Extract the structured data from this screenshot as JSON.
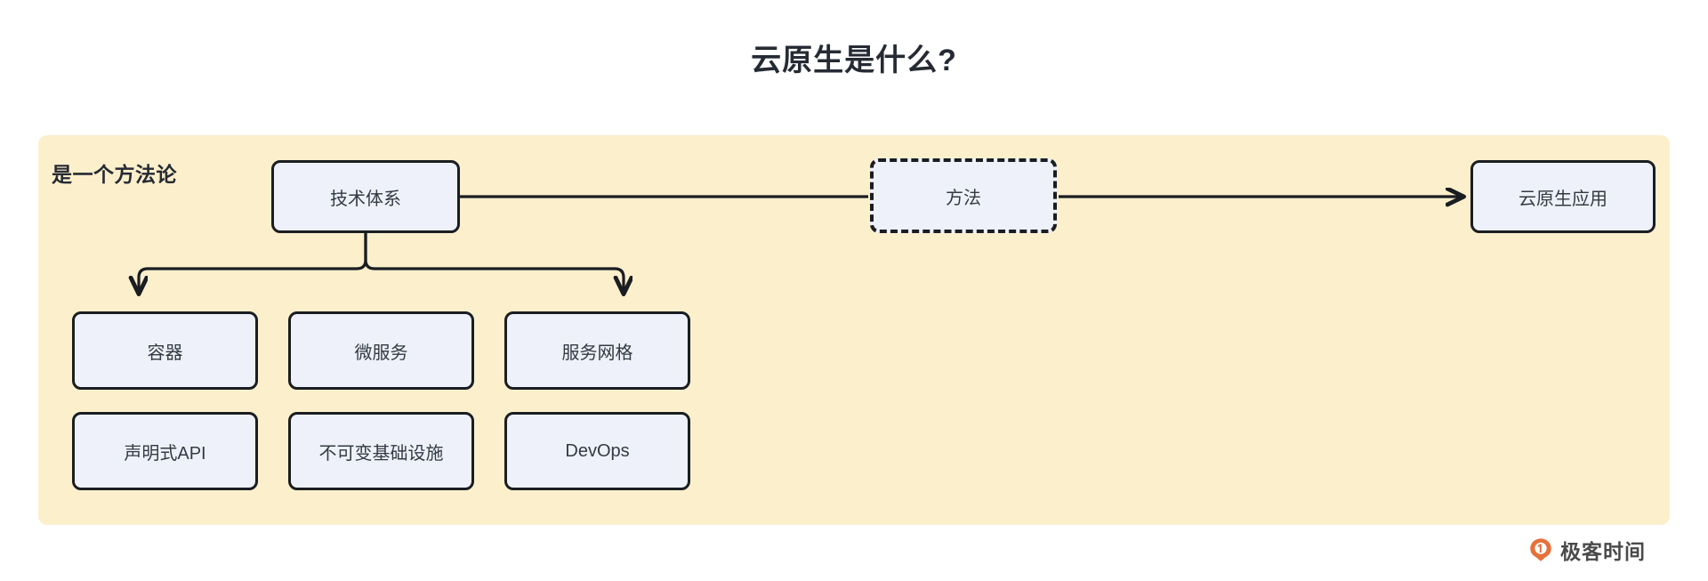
{
  "title": "云原生是什么?",
  "panel": {
    "label": "是一个方法论",
    "bg_color": "#FCEFCC",
    "node_fill": "#EEF1FA",
    "node_stroke": "#1a1d21"
  },
  "flow": {
    "source": {
      "label": "技术体系"
    },
    "middle": {
      "label": "方法",
      "style": "dashed"
    },
    "target": {
      "label": "云原生应用"
    }
  },
  "components": [
    {
      "label": "容器"
    },
    {
      "label": "微服务"
    },
    {
      "label": "服务网格"
    },
    {
      "label": "声明式API"
    },
    {
      "label": "不可变基础设施"
    },
    {
      "label": "DevOps"
    }
  ],
  "logo": {
    "text": "极客时间",
    "mark_color": "#E8703A"
  }
}
